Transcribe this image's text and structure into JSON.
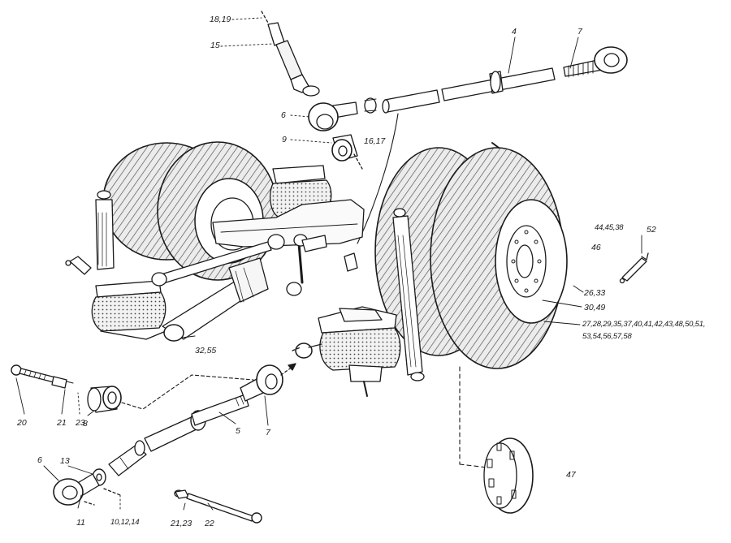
{
  "diagram": {
    "ink_color": "#1a1a1a",
    "tire_shade": "#e4e4e4",
    "callouts": [
      {
        "id": "c-18-19",
        "text": "18,19"
      },
      {
        "id": "c-15",
        "text": "15"
      },
      {
        "id": "c-4",
        "text": "4"
      },
      {
        "id": "c-7-top",
        "text": "7"
      },
      {
        "id": "c-6-top",
        "text": "6"
      },
      {
        "id": "c-9",
        "text": "9"
      },
      {
        "id": "c-16-17",
        "text": "16,17"
      },
      {
        "id": "c-44-45-38",
        "text": "44,45,38"
      },
      {
        "id": "c-52",
        "text": "52"
      },
      {
        "id": "c-46",
        "text": "46"
      },
      {
        "id": "c-26-33",
        "text": "26,33"
      },
      {
        "id": "c-30-49",
        "text": "30,49"
      },
      {
        "id": "c-27-line1",
        "text": "27,28,29,35,37,40,41,42,43,48,50,51,"
      },
      {
        "id": "c-27-line2",
        "text": "53,54,56,57,58"
      },
      {
        "id": "c-32-55",
        "text": "32,55"
      },
      {
        "id": "c-20",
        "text": "20"
      },
      {
        "id": "c-21",
        "text": "21"
      },
      {
        "id": "c-23",
        "text": "23"
      },
      {
        "id": "c-8",
        "text": "8"
      },
      {
        "id": "c-5",
        "text": "5"
      },
      {
        "id": "c-7-bottom",
        "text": "7"
      },
      {
        "id": "c-6-bottom",
        "text": "6"
      },
      {
        "id": "c-13",
        "text": "13"
      },
      {
        "id": "c-11",
        "text": "11"
      },
      {
        "id": "c-10-12-14",
        "text": "10,12,14"
      },
      {
        "id": "c-21-23",
        "text": "21,23"
      },
      {
        "id": "c-22",
        "text": "22"
      },
      {
        "id": "c-47",
        "text": "47"
      }
    ]
  }
}
